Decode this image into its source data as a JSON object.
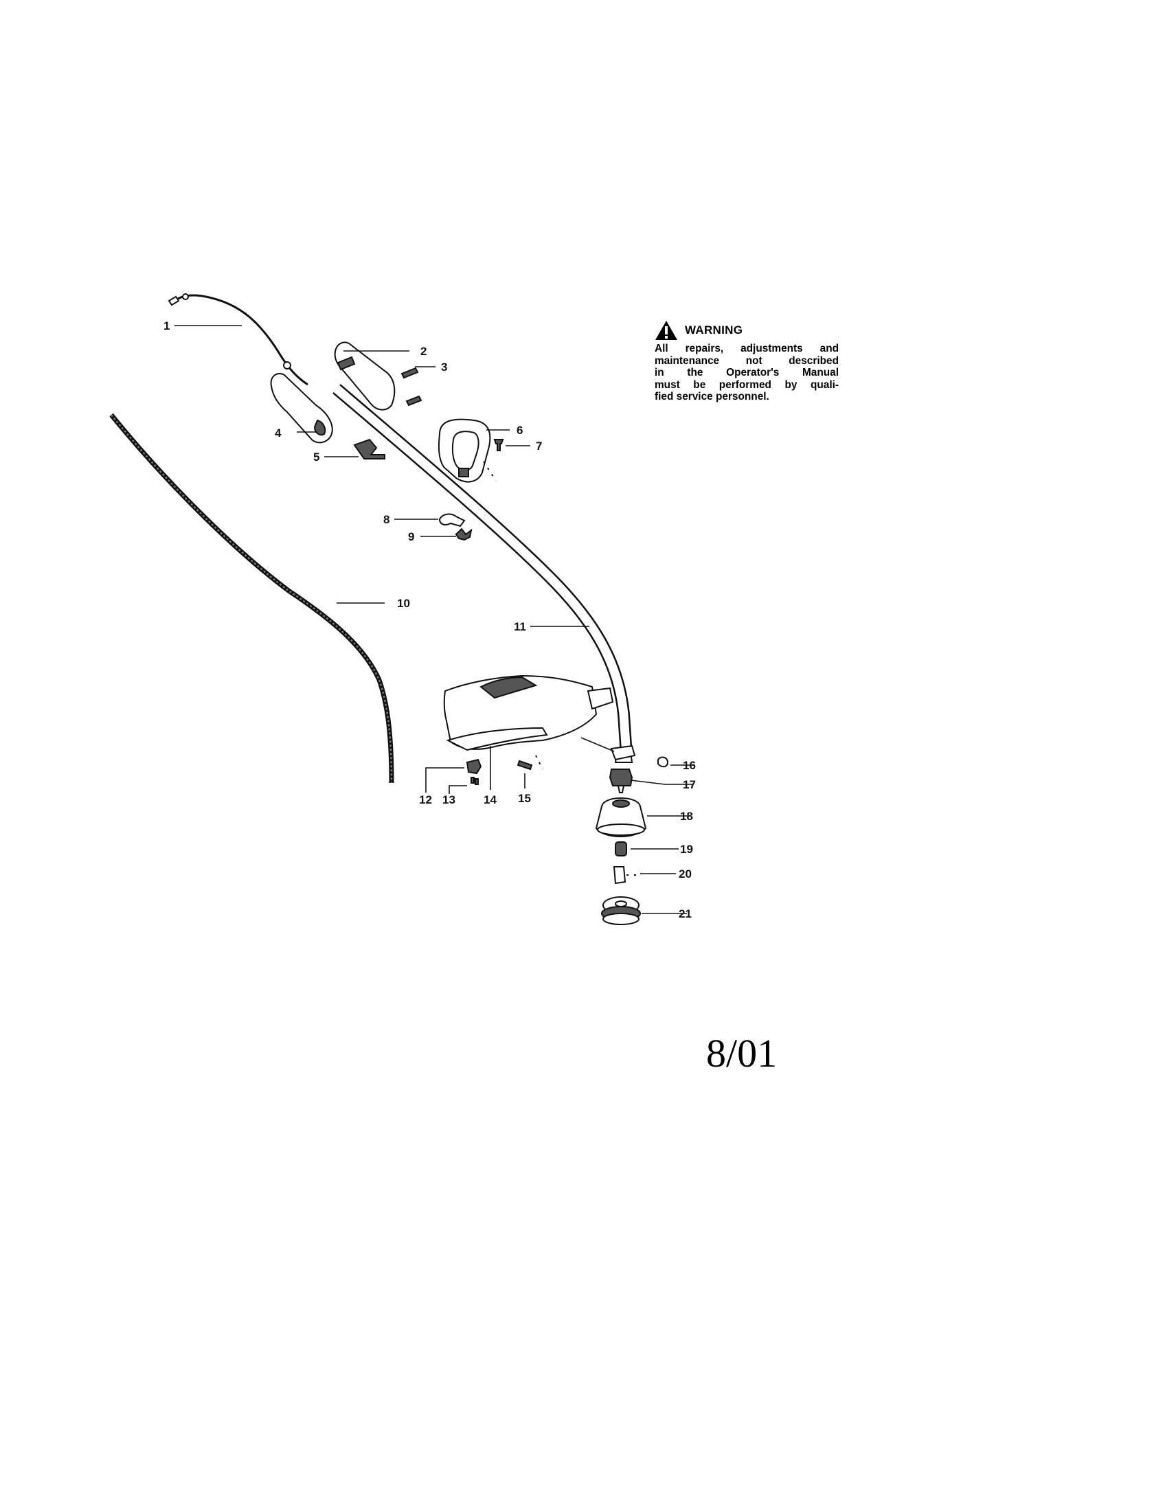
{
  "warning": {
    "title": "WARNING",
    "icon": "warning-triangle-icon",
    "lines": [
      "All repairs, adjustments and",
      "maintenance not described",
      "in the Operator's Manual",
      "must be performed by quali-",
      "fied service personnel."
    ]
  },
  "callouts": {
    "c1": "1",
    "c2": "2",
    "c3": "3",
    "c4": "4",
    "c5": "5",
    "c6": "6",
    "c7": "7",
    "c8": "8",
    "c9": "9",
    "c10": "10",
    "c11": "11",
    "c12": "12",
    "c13": "13",
    "c14": "14",
    "c15": "15",
    "c16": "16",
    "c17": "17",
    "c18": "18",
    "c19": "19",
    "c20": "20",
    "c21": "21"
  },
  "date": "8/01"
}
